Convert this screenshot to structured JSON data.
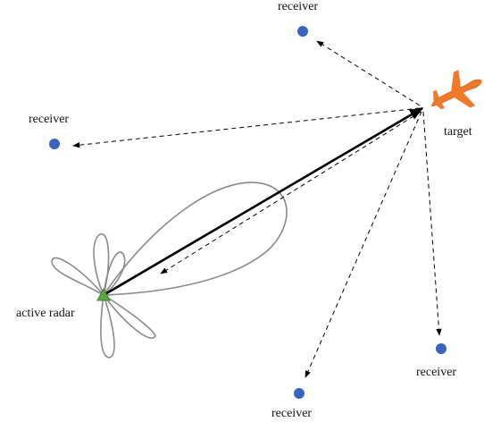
{
  "labels": {
    "receiver_top": "receiver",
    "receiver_left": "receiver",
    "receiver_bottom_right": "receiver",
    "receiver_bottom": "receiver",
    "target": "target",
    "radar": "active radar"
  },
  "colors": {
    "receiver_dot": "#3b64c0",
    "radar_marker": "#5aa845",
    "target_plane": "#f07a2a",
    "beam_pattern": "#8a8a8a",
    "lines": "#000000"
  },
  "icons": {
    "target": "airplane-icon",
    "radar": "triangle-marker-icon",
    "receiver": "dot-icon"
  }
}
